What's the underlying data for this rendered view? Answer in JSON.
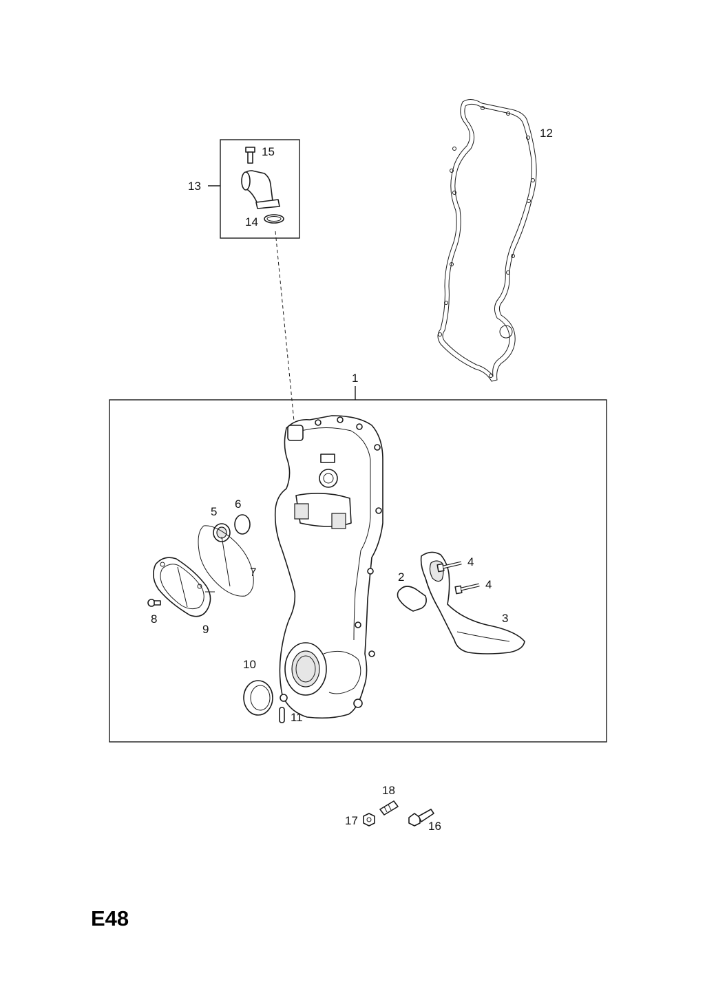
{
  "page_code": "E48",
  "labels": {
    "p1": "1",
    "p2": "2",
    "p3": "3",
    "p4a": "4",
    "p4b": "4",
    "p5": "5",
    "p6": "6",
    "p7": "7",
    "p8": "8",
    "p9": "9",
    "p10": "10",
    "p11": "11",
    "p12": "12",
    "p13": "13",
    "p14": "14",
    "p15": "15",
    "p16": "16",
    "p17": "17",
    "p18": "18"
  }
}
